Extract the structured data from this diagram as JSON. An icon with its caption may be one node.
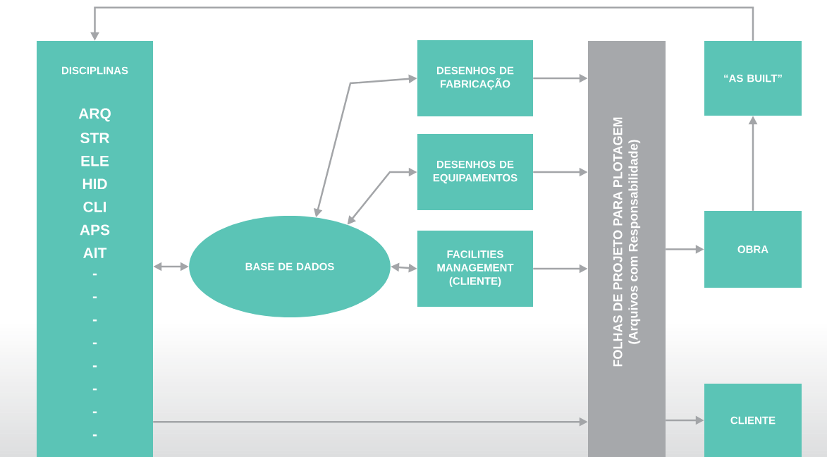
{
  "diagram": {
    "nodes": [
      {
        "text": [
          "DISCIPLINAS",
          "ARQ",
          "STR",
          "ELE",
          "HID",
          "CLI",
          "APS",
          "AIT",
          "-",
          "-",
          "-",
          "-",
          "-",
          "-",
          "-",
          "-"
        ]
      },
      {
        "text": [
          "BASE DE DADOS"
        ]
      },
      {
        "text": [
          "DESENHOS DE FABRICAÇÃO"
        ]
      },
      {
        "text": [
          "DESENHOS DE EQUIPAMENTOS"
        ]
      },
      {
        "text": [
          "FACILITIES MANAGEMENT (CLIENTE)"
        ]
      },
      {
        "text": [
          "FOLHAS DE PROJETO PARA PLOTAGEM",
          "(Arquivos com Responsabilidade)"
        ]
      },
      {
        "text": [
          "“AS BUILT”"
        ]
      },
      {
        "text": [
          "OBRA"
        ]
      },
      {
        "text": [
          "CLIENTE"
        ]
      }
    ],
    "edges": [
      {
        "from": 0,
        "to": 1,
        "arrow": "both"
      },
      {
        "from": 1,
        "to": 2,
        "arrow": "both"
      },
      {
        "from": 1,
        "to": 3,
        "arrow": "both"
      },
      {
        "from": 1,
        "to": 4,
        "arrow": "both"
      },
      {
        "from": 2,
        "to": 5,
        "arrow": "to"
      },
      {
        "from": 3,
        "to": 5,
        "arrow": "to"
      },
      {
        "from": 4,
        "to": 5,
        "arrow": "to"
      },
      {
        "from": 0,
        "to": 5,
        "arrow": "to"
      },
      {
        "from": 5,
        "to": 7,
        "arrow": "to"
      },
      {
        "from": 5,
        "to": 8,
        "arrow": "to"
      },
      {
        "from": 7,
        "to": 6,
        "arrow": "to"
      },
      {
        "from": 6,
        "to": 0,
        "arrow": "to"
      }
    ]
  }
}
